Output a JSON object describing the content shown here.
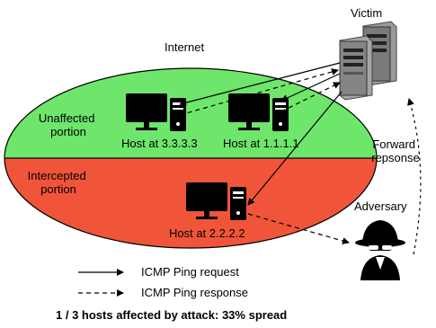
{
  "internet_label": "Internet",
  "victim_label": "Victim",
  "adversary_label": "Adversary",
  "forward_response_label": [
    "Forward",
    "repsonse"
  ],
  "regions": {
    "unaffected": {
      "label": [
        "Unaffected",
        "portion"
      ],
      "color": "#6ee66b"
    },
    "intercepted": {
      "label": [
        "Intercepted",
        "portion"
      ],
      "color": "#f0553a"
    }
  },
  "hosts": [
    {
      "label": "Host at 3.3.3.3",
      "region": "unaffected"
    },
    {
      "label": "Host at 1.1.1.1",
      "region": "unaffected"
    },
    {
      "label": "Host at 2.2.2.2",
      "region": "intercepted"
    }
  ],
  "legend": [
    {
      "style": "solid",
      "label": "ICMP Ping request"
    },
    {
      "style": "dashed",
      "label": "ICMP Ping response"
    }
  ],
  "summary": "1 / 3 hosts affected by attack: 33% spread",
  "icons": [
    "server-rack-icon",
    "desktop-computer-icon",
    "spy-icon"
  ]
}
